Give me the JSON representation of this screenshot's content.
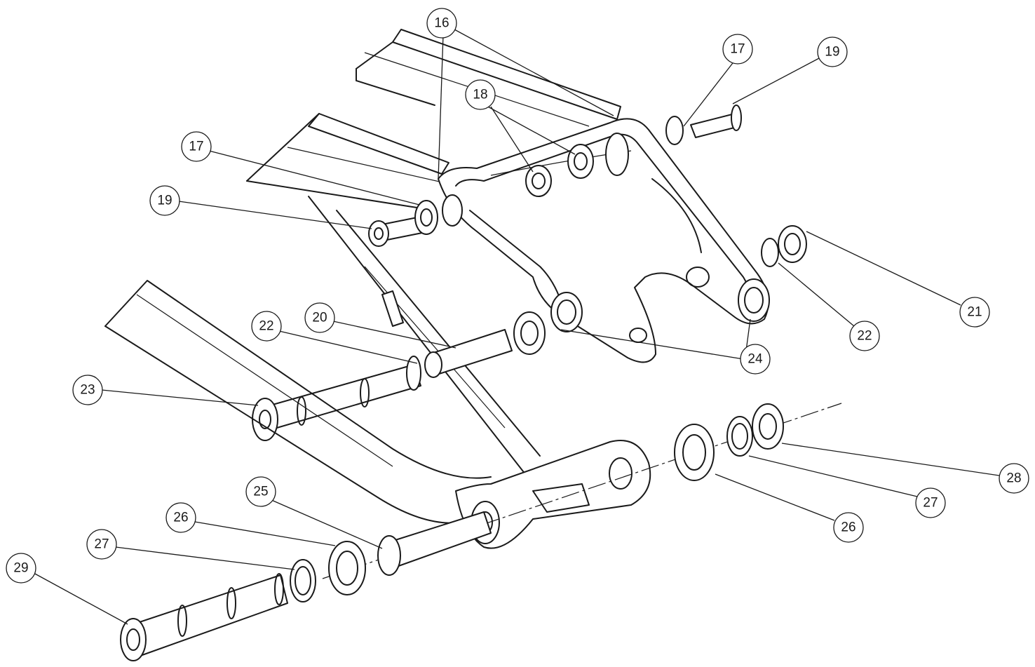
{
  "balloons": [
    "16",
    "17",
    "19",
    "18",
    "17",
    "19",
    "22",
    "20",
    "23",
    "21",
    "22",
    "24",
    "25",
    "26",
    "27",
    "29",
    "26",
    "27",
    "28"
  ]
}
